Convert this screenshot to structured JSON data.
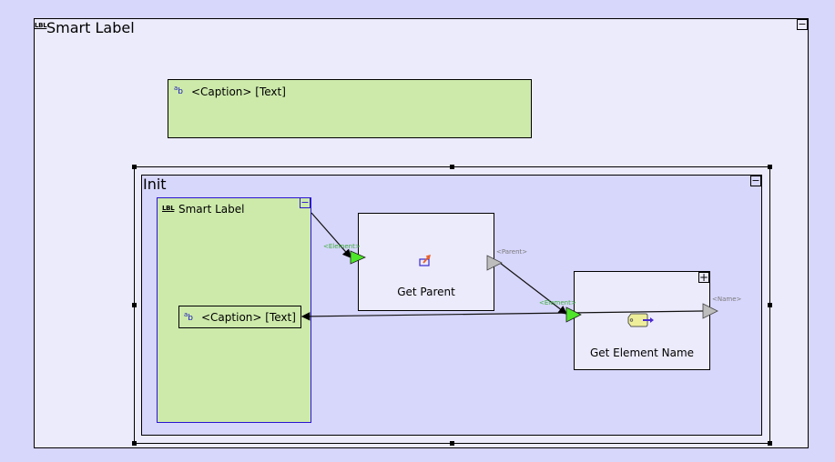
{
  "outer_block": {
    "title": "Smart Label",
    "icon": "LBL",
    "collapse_symbol": "−",
    "caption_field": {
      "icon": "ab-text-icon",
      "text": "<Caption> [Text]"
    }
  },
  "init_block": {
    "title": "Init",
    "collapse_symbol": "−",
    "smart_label": {
      "title": "Smart Label",
      "icon": "LBL",
      "collapse_symbol": "−",
      "caption_field": {
        "text": "<Caption> [Text]"
      }
    },
    "get_parent": {
      "title": "Get Parent",
      "input_port": "<Element>",
      "output_port": "<Parent>"
    },
    "get_element_name": {
      "title": "Get Element Name",
      "expand_symbol": "+",
      "input_port": "<Element>",
      "output_port": "<Name>"
    }
  },
  "colors": {
    "background": "#d7d6fb",
    "block_fill": "#ecebfb",
    "label_fill": "#cdeaab",
    "input_port": "#4ee52a",
    "output_port": "#bdbdbd",
    "port_label_green": "#3cad3c",
    "port_label_gray": "#7a7a7a",
    "label_border": "#2a14d0"
  }
}
